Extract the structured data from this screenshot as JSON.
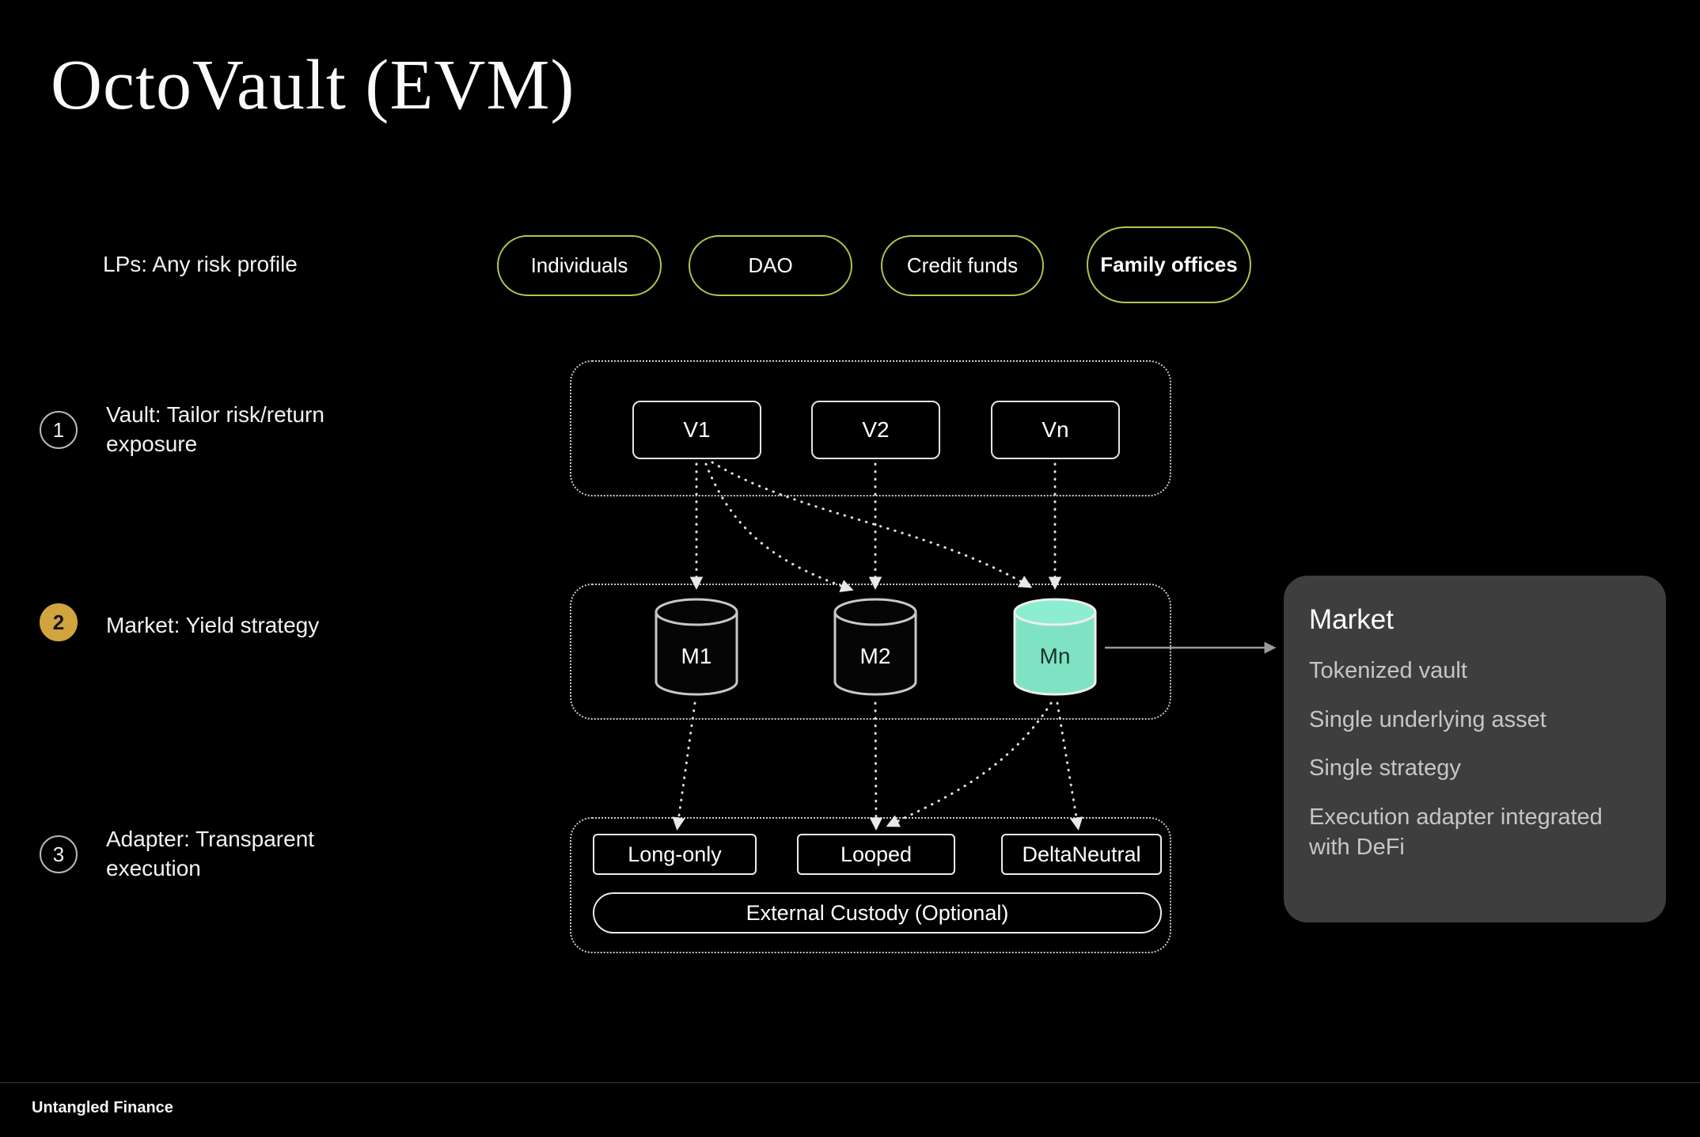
{
  "title": "OctoVault (EVM)",
  "lps": {
    "label": "LPs: Any risk profile",
    "pills": [
      "Individuals",
      "DAO",
      "Credit funds",
      "Family offices"
    ]
  },
  "steps": [
    {
      "num": "1",
      "label": "Vault: Tailor risk/return exposure"
    },
    {
      "num": "2",
      "label": "Market: Yield strategy"
    },
    {
      "num": "3",
      "label": "Adapter: Transparent execution"
    }
  ],
  "vaults": [
    "V1",
    "V2",
    "Vn"
  ],
  "markets": [
    "M1",
    "M2",
    "Mn"
  ],
  "adapters": [
    "Long-only",
    "Looped",
    "DeltaNeutral"
  ],
  "custody_label": "External Custody (Optional)",
  "market_panel": {
    "title": "Market",
    "items": [
      "Tokenized vault",
      "Single underlying asset",
      "Single strategy",
      "Execution adapter integrated with DeFi"
    ]
  },
  "footer": "Untangled Finance",
  "colors": {
    "background": "#000000",
    "pill_border": "#abc94f",
    "teal_cylinder": "#7fe3c3",
    "step2_gold": "#d1a43f",
    "panel_bg": "#3e3e3e",
    "dotted_line": "#e0e0e0"
  }
}
